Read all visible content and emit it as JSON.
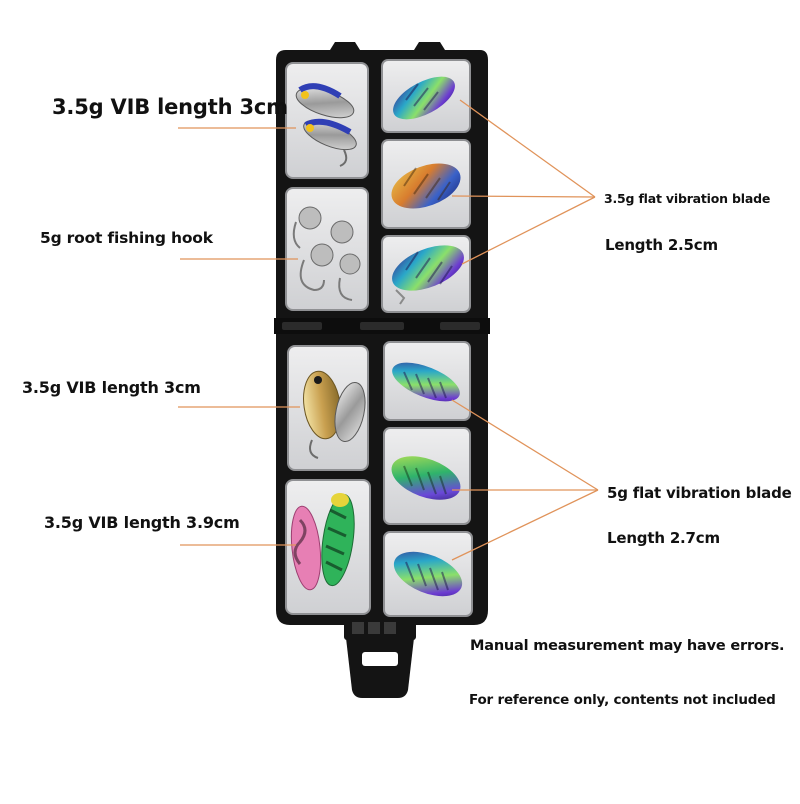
{
  "labels": {
    "top_left": "3.5g VIB length 3cm",
    "hook": "5g root fishing hook",
    "mid_left": "3.5g VIB length 3cm",
    "bottom_left": "3.5g VIB length 3.9cm",
    "top_right_title": "3.5g flat vibration blade",
    "top_right_length": "Length 2.5cm",
    "bottom_right_title": "5g flat vibration blade",
    "bottom_right_length": "Length 2.7cm"
  },
  "notes": {
    "measurement": "Manual measurement may have errors.",
    "reference": "For reference only, contents not included"
  },
  "colors": {
    "leader_line": "#e0935a",
    "case_black": "#141414",
    "compartment": "#d9dadc",
    "text": "#111111"
  }
}
